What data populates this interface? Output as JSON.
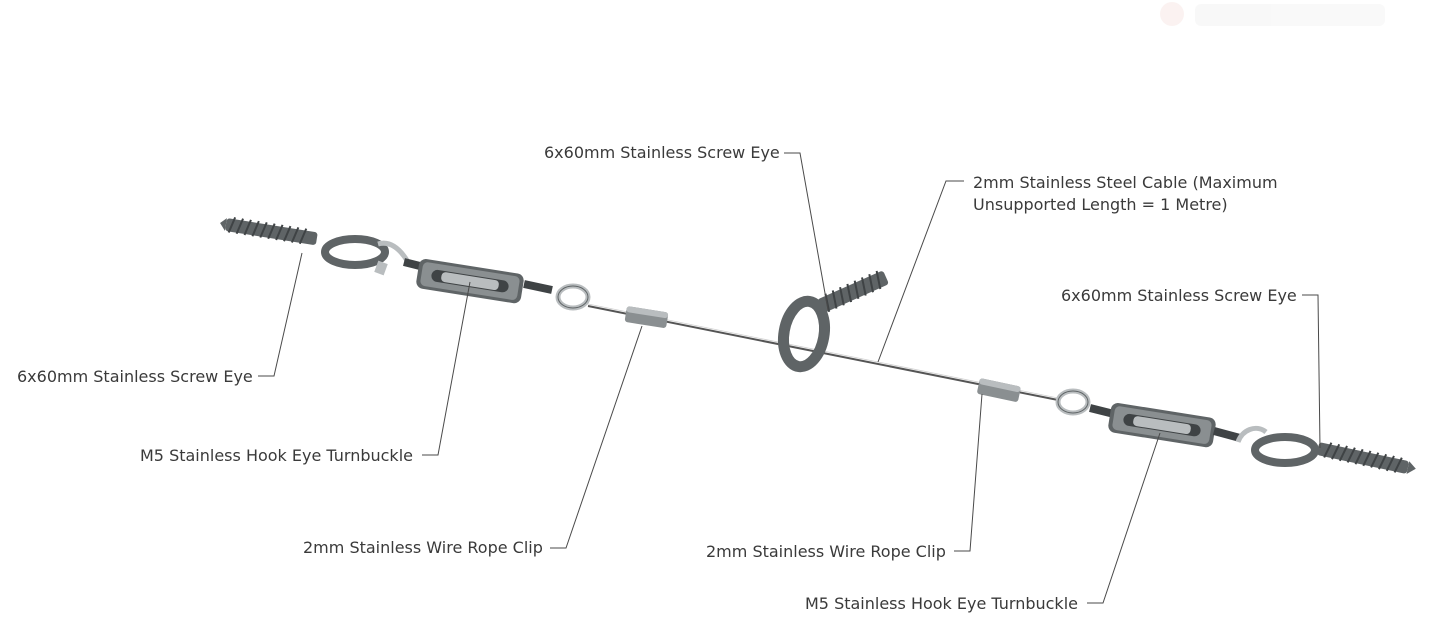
{
  "colors": {
    "hardware": "#5f6466",
    "hardware_dark": "#3f4345",
    "steel_light": "#b9bdbf",
    "cable": "#555555",
    "label_text": "#3a3a3a"
  },
  "labels": {
    "screw_eye_left": "6x60mm Stainless Screw Eye",
    "turnbuckle_left": "M5 Stainless Hook Eye Turnbuckle",
    "clip_left": "2mm Stainless Wire Rope Clip",
    "screw_eye_middle": "6x60mm Stainless Screw Eye",
    "cable_line1": "2mm Stainless Steel Cable (Maximum",
    "cable_line2": "Unsupported Length = 1 Metre)",
    "screw_eye_right": "6x60mm Stainless Screw Eye",
    "clip_right": "2mm Stainless Wire Rope Clip",
    "turnbuckle_right": "M5 Stainless Hook Eye Turnbuckle"
  }
}
